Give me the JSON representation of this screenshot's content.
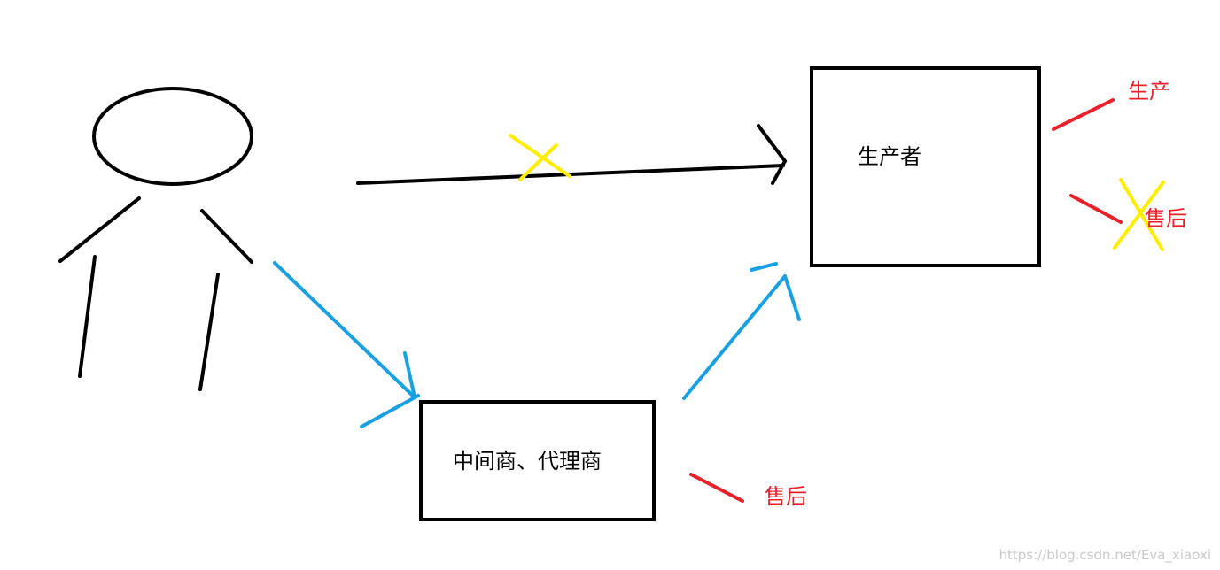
{
  "nodes": {
    "producer": {
      "label": "生产者"
    },
    "middleman": {
      "label": "中间商、代理商"
    }
  },
  "annotations": {
    "producer_production": "生产",
    "producer_after_sales": "售后",
    "middleman_after_sales": "售后"
  },
  "watermark": "https://blog.csdn.net/Eva_xiaoxi",
  "colors": {
    "outline": "#000000",
    "path_blue": "#1aa0e0",
    "cross_yellow": "#ffee00",
    "annotation_red": "#e8212b"
  }
}
